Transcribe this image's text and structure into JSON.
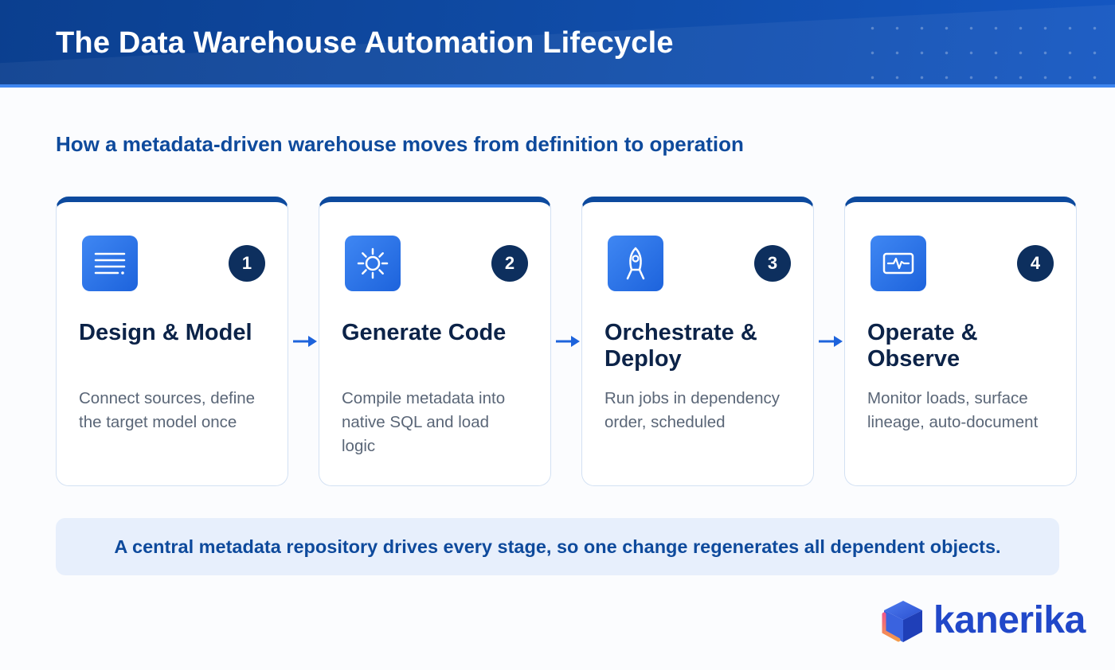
{
  "header": {
    "title": "The Data Warehouse Automation Lifecycle"
  },
  "subtitle": "How a metadata-driven warehouse moves from definition to operation",
  "stages": [
    {
      "number": "1",
      "title": "Design & Model",
      "description": "Connect sources, define the target model once",
      "icon": "lines-icon"
    },
    {
      "number": "2",
      "title": "Generate Code",
      "description": "Compile metadata into native SQL and load logic",
      "icon": "gear-icon"
    },
    {
      "number": "3",
      "title": "Orchestrate & Deploy",
      "description": "Run jobs in dependency order, scheduled",
      "icon": "rocket-icon"
    },
    {
      "number": "4",
      "title": "Operate & Observe",
      "description": "Monitor loads, surface lineage, auto-document",
      "icon": "monitor-pulse-icon"
    }
  ],
  "callout": "A central metadata repository drives every stage, so one change regenerates all dependent objects.",
  "logo": {
    "wordmark": "kanerika"
  },
  "colors": {
    "header_bg": "#0f4aa3",
    "accent_blue": "#1d63dc",
    "dark_navy": "#0d2f5e",
    "callout_bg": "#e7effc",
    "brand": "#2148c9"
  }
}
